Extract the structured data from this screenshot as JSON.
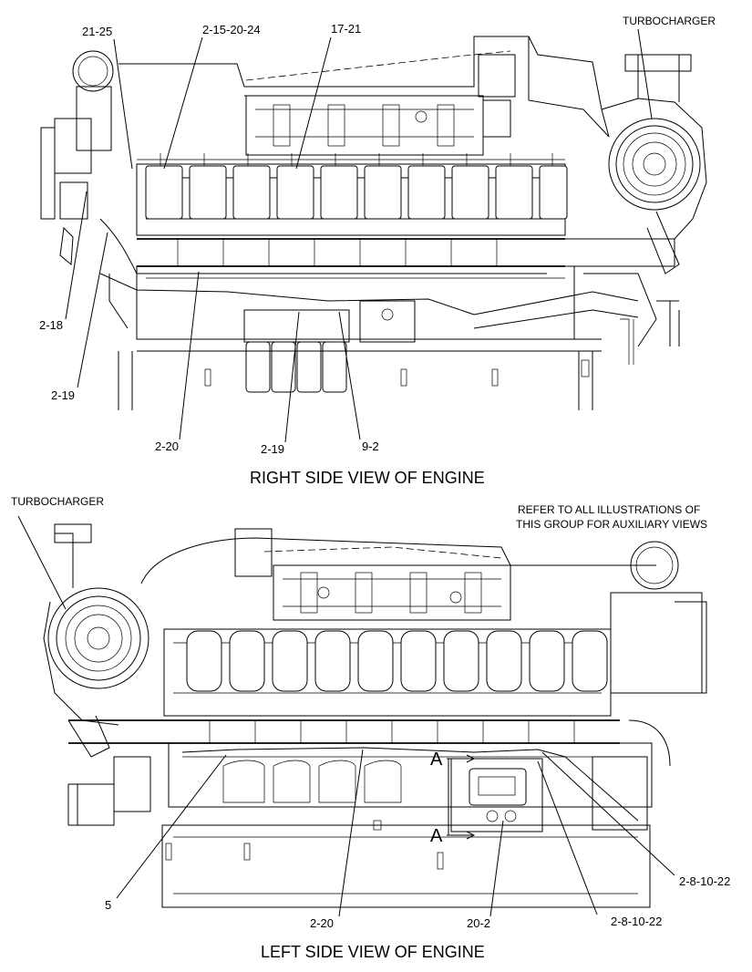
{
  "views": {
    "right": {
      "caption": "RIGHT SIDE VIEW OF ENGINE",
      "turbo_label": "TURBOCHARGER",
      "callouts": [
        "21-25",
        "2-15-20-24",
        "17-21",
        "2-18",
        "2-19",
        "2-20",
        "2-19",
        "9-2"
      ]
    },
    "left": {
      "caption": "LEFT SIDE VIEW OF ENGINE",
      "turbo_label": "TURBOCHARGER",
      "note_line1": "REFER  TO ALL ILLUSTRATIONS OF",
      "note_line2": "THIS GROUP FOR AUXILIARY VIEWS",
      "section_marker": "A",
      "callouts": [
        "5",
        "2-20",
        "20-2",
        "2-8-10-22",
        "2-8-10-22"
      ]
    }
  }
}
